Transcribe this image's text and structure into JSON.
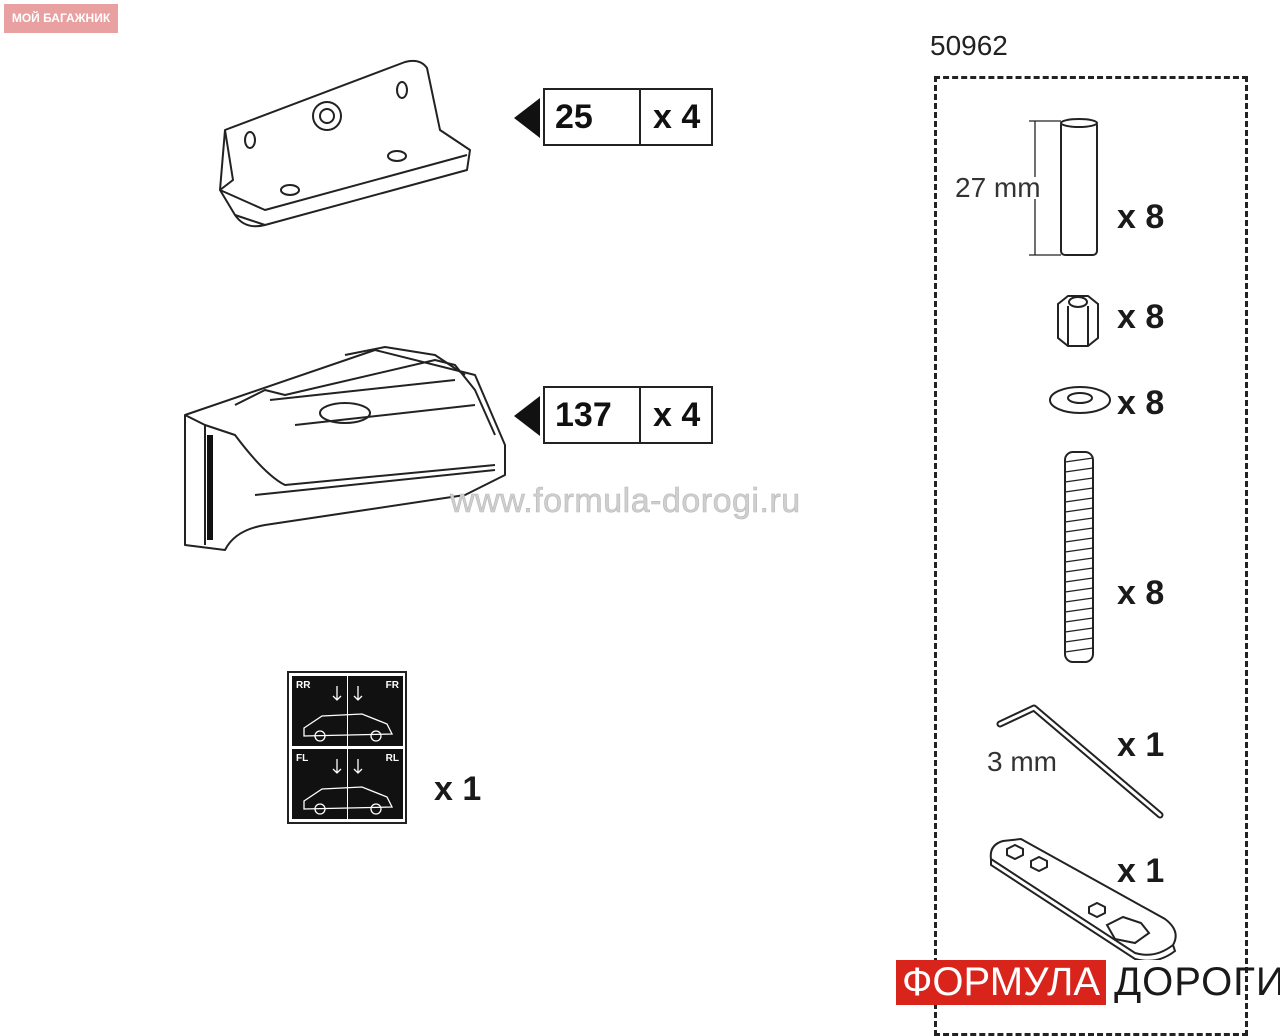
{
  "header": {
    "badge": "МОЙ БАГАЖНИК"
  },
  "parts": [
    {
      "number": "25",
      "qty": "x 4",
      "icon": "bracket-plate-icon"
    },
    {
      "number": "137",
      "qty": "x 4",
      "icon": "foot-pad-icon"
    }
  ],
  "sticker": {
    "qty": "x 1",
    "cells": [
      "RR",
      "FR",
      "FL",
      "RL"
    ]
  },
  "watermark": "www.formula-dorogi.ru",
  "kit": {
    "code": "50962",
    "items": [
      {
        "icon": "spacer-tube-icon",
        "dimension": "27 mm",
        "qty": "x 8"
      },
      {
        "icon": "hex-nut-icon",
        "qty": "x 8"
      },
      {
        "icon": "washer-icon",
        "qty": "x 8"
      },
      {
        "icon": "threaded-bolt-icon",
        "qty": "x 8"
      },
      {
        "icon": "hex-key-icon",
        "dimension": "3 mm",
        "qty": "x 1"
      },
      {
        "icon": "wrench-plate-icon",
        "qty": "x 1"
      }
    ]
  },
  "logo": {
    "part1": "ФОРМУЛА",
    "part2": "ДОРОГИ",
    "accent": "#d9241c"
  }
}
